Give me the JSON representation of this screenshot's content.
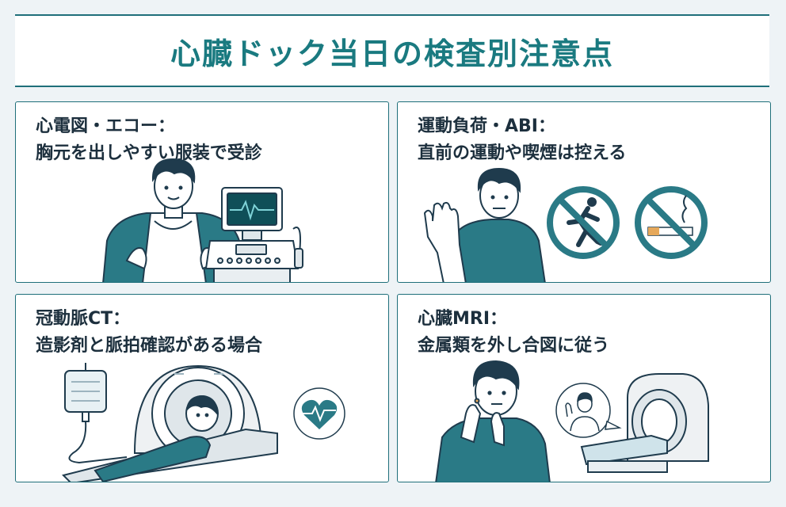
{
  "title": "心臓ドック当日の検査別注意点",
  "cards": [
    {
      "label": "心電図・エコー：",
      "note": "胸元を出しやすい服装で受診"
    },
    {
      "label": "運動負荷・ABI：",
      "note": "直前の運動や喫煙は控える"
    },
    {
      "label": "冠動脈CT：",
      "note": "造影剤と脈拍確認がある場合"
    },
    {
      "label": "心臓MRI：",
      "note": "金属類を外し合図に従う"
    }
  ],
  "colors": {
    "accent": "#1a7a80",
    "teal": "#2a7a86",
    "line": "#1f3b4d",
    "panel": "#ffffff",
    "background": "#eef3f6"
  },
  "icons": [
    "heart-monitor-icon",
    "no-running-icon",
    "no-smoking-icon",
    "heart-pulse-icon",
    "speech-bubble-icon"
  ]
}
